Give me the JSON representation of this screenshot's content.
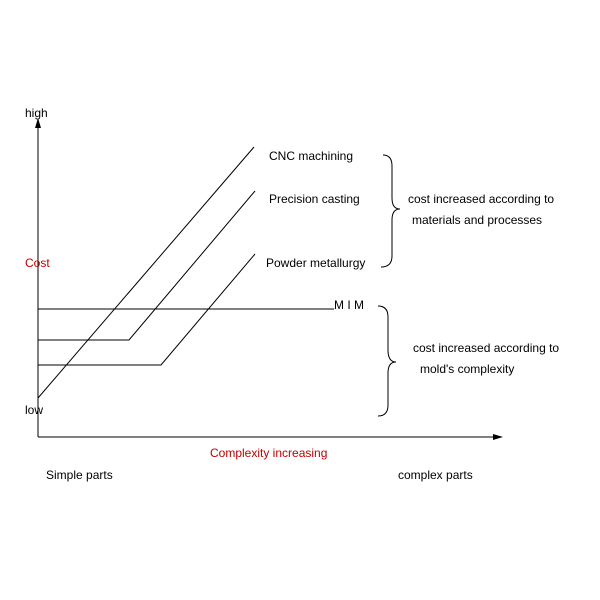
{
  "axes": {
    "y_top": "high",
    "y_bottom": "low",
    "y_title": "Cost",
    "x_title": "Complexity increasing",
    "x_left": "Simple parts",
    "x_right": "complex parts"
  },
  "processes": {
    "cnc": "CNC machining",
    "casting": "Precision casting",
    "powder": "Powder metallurgy",
    "mim": "M I M"
  },
  "brackets": {
    "upper_line1": "cost increased according to",
    "upper_line2": "materials and processes",
    "lower_line1": "cost increased according to",
    "lower_line2": "mold's complexity"
  },
  "colors": {
    "accent": "#c00000",
    "line": "#000000"
  }
}
